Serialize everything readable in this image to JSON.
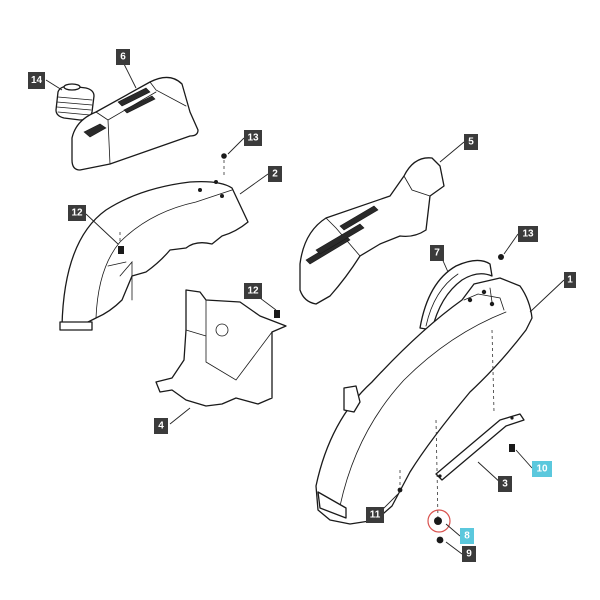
{
  "colors": {
    "label_dark": "#3b3b3b",
    "label_highlight": "#5bc8dd",
    "line": "#1a1a1a",
    "highlight_circle": "#d9534f"
  },
  "callouts": {
    "c1": "1",
    "c2": "2",
    "c3": "3",
    "c4": "4",
    "c5": "5",
    "c6": "6",
    "c7": "7",
    "c8": "8",
    "c9": "9",
    "c10": "10",
    "c11": "11",
    "c12a": "12",
    "c12b": "12",
    "c13a": "13",
    "c13b": "13",
    "c14": "14"
  },
  "highlighted_parts": [
    "8",
    "10"
  ]
}
